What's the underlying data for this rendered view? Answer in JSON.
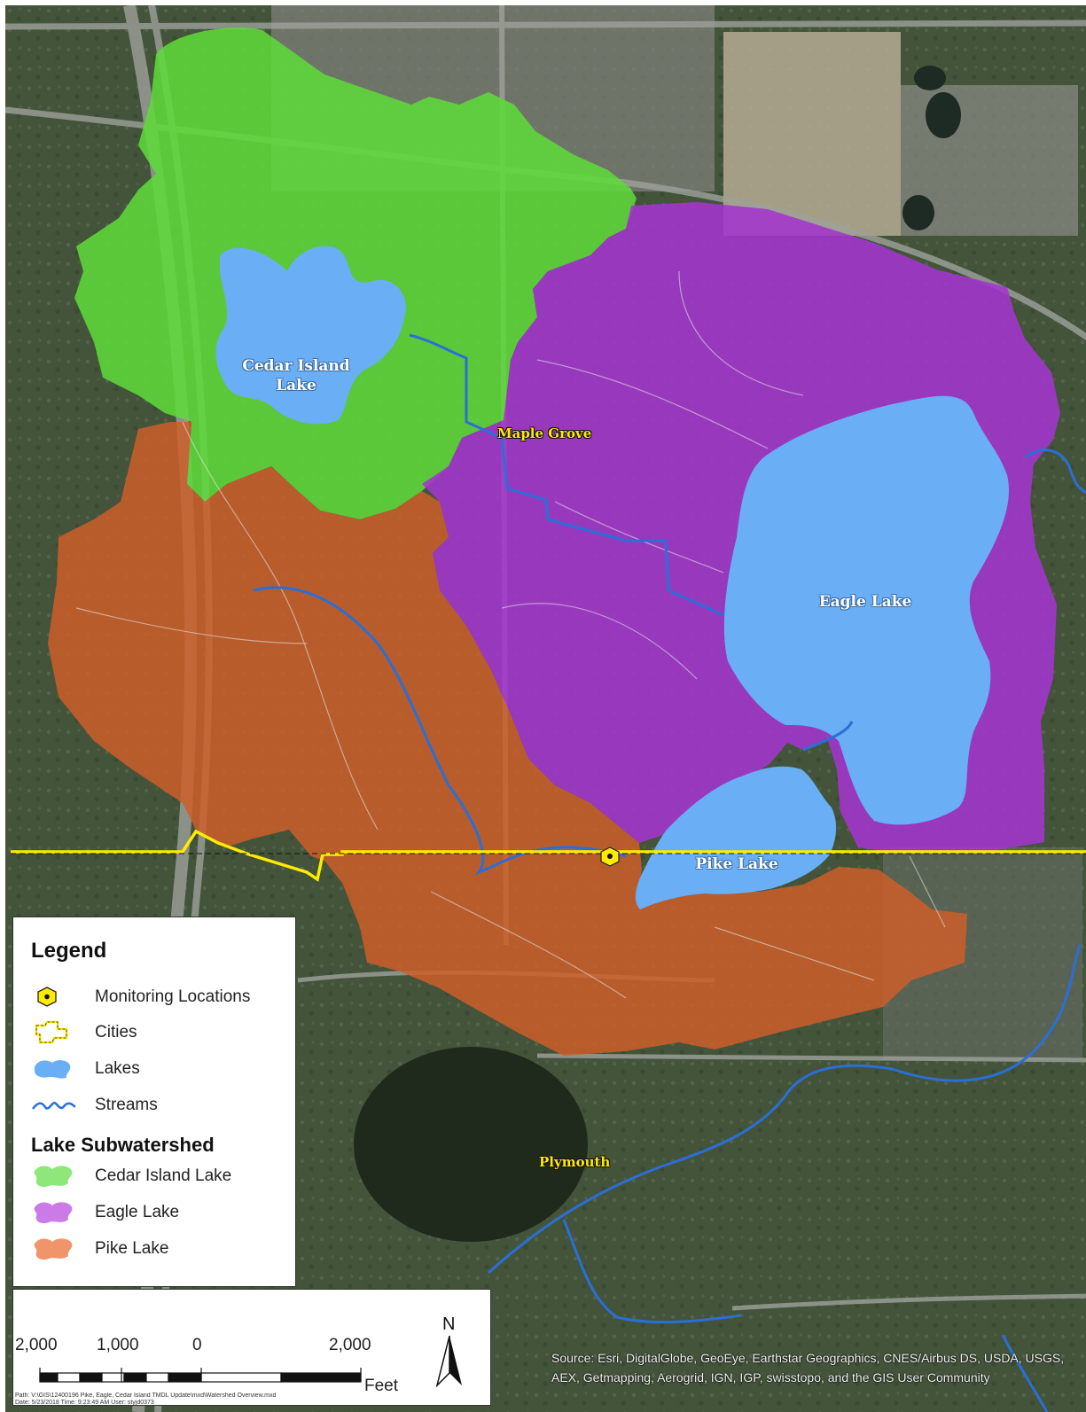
{
  "map": {
    "lake_labels": {
      "cedar_island": "Cedar Island\nLake",
      "eagle": "Eagle Lake",
      "pike": "Pike Lake"
    },
    "city_labels": {
      "maple_grove": "Maple Grove",
      "plymouth": "Plymouth"
    },
    "colors": {
      "imagery": "#43543a",
      "cedar_island_subwatershed": "#5fd83a",
      "eagle_subwatershed": "#a436cf",
      "pike_subwatershed": "#cc5e2a",
      "lakes": "#6aaef5",
      "streams": "#2a6fd6",
      "cities_boundary": "#ffeb00",
      "monitoring": "#ffeb00"
    }
  },
  "legend": {
    "title": "Legend",
    "items": [
      {
        "label": "Monitoring Locations",
        "icon": "monitoring-location-icon"
      },
      {
        "label": "Cities",
        "icon": "city-boundary-icon"
      },
      {
        "label": "Lakes",
        "icon": "lake-icon"
      },
      {
        "label": "Streams",
        "icon": "stream-icon"
      }
    ],
    "subtitle": "Lake Subwatershed",
    "subwatersheds": [
      {
        "label": "Cedar Island Lake",
        "icon": "cedar-island-subwatershed-icon"
      },
      {
        "label": "Eagle Lake",
        "icon": "eagle-subwatershed-icon"
      },
      {
        "label": "Pike Lake",
        "icon": "pike-subwatershed-icon"
      }
    ]
  },
  "scale_bar": {
    "ticks": [
      "2,000",
      "1,000",
      "0",
      "2,000"
    ],
    "unit": "Feet",
    "north_label": "N"
  },
  "footer": {
    "path_text": "Path: V:\\GIS\\12400196 Pike, Eagle, Cedar Island TMDL Update\\mxd\\Watershed Overview.mxd",
    "date_text": "Date: 5/23/2018  Time: 9:23:49 AM   User: styjd0373",
    "credits": "Source: Esri, DigitalGlobe, GeoEye, Earthstar Geographics, CNES/Airbus DS, USDA, USGS, AEX, Getmapping, Aerogrid, IGN, IGP, swisstopo, and the GIS User Community"
  }
}
